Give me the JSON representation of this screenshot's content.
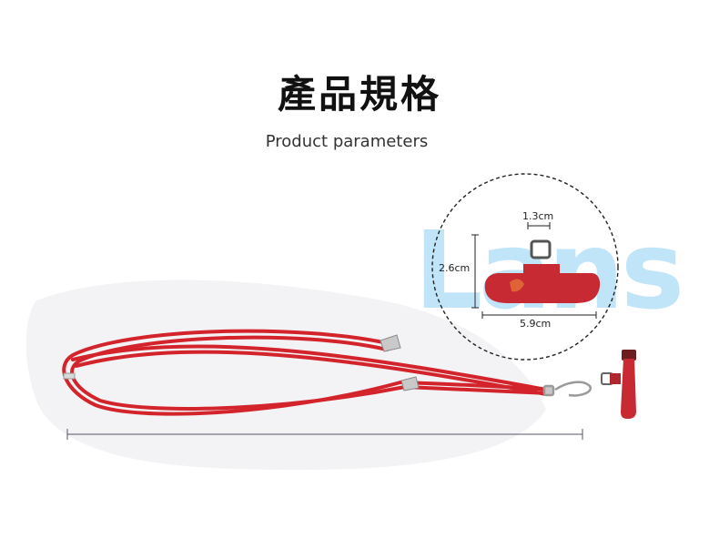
{
  "header": {
    "title": "產品規格",
    "subtitle": "Product parameters"
  },
  "dimensions": {
    "tab_width_top": "1.3cm",
    "tab_height": "2.6cm",
    "tab_width_bottom": "5.9cm"
  },
  "watermark": {
    "text": "Lans"
  },
  "colors": {
    "lanyard_red": "#d3242c",
    "tab_red": "#c82a33",
    "watermark_blue": "#8fd0f3"
  }
}
